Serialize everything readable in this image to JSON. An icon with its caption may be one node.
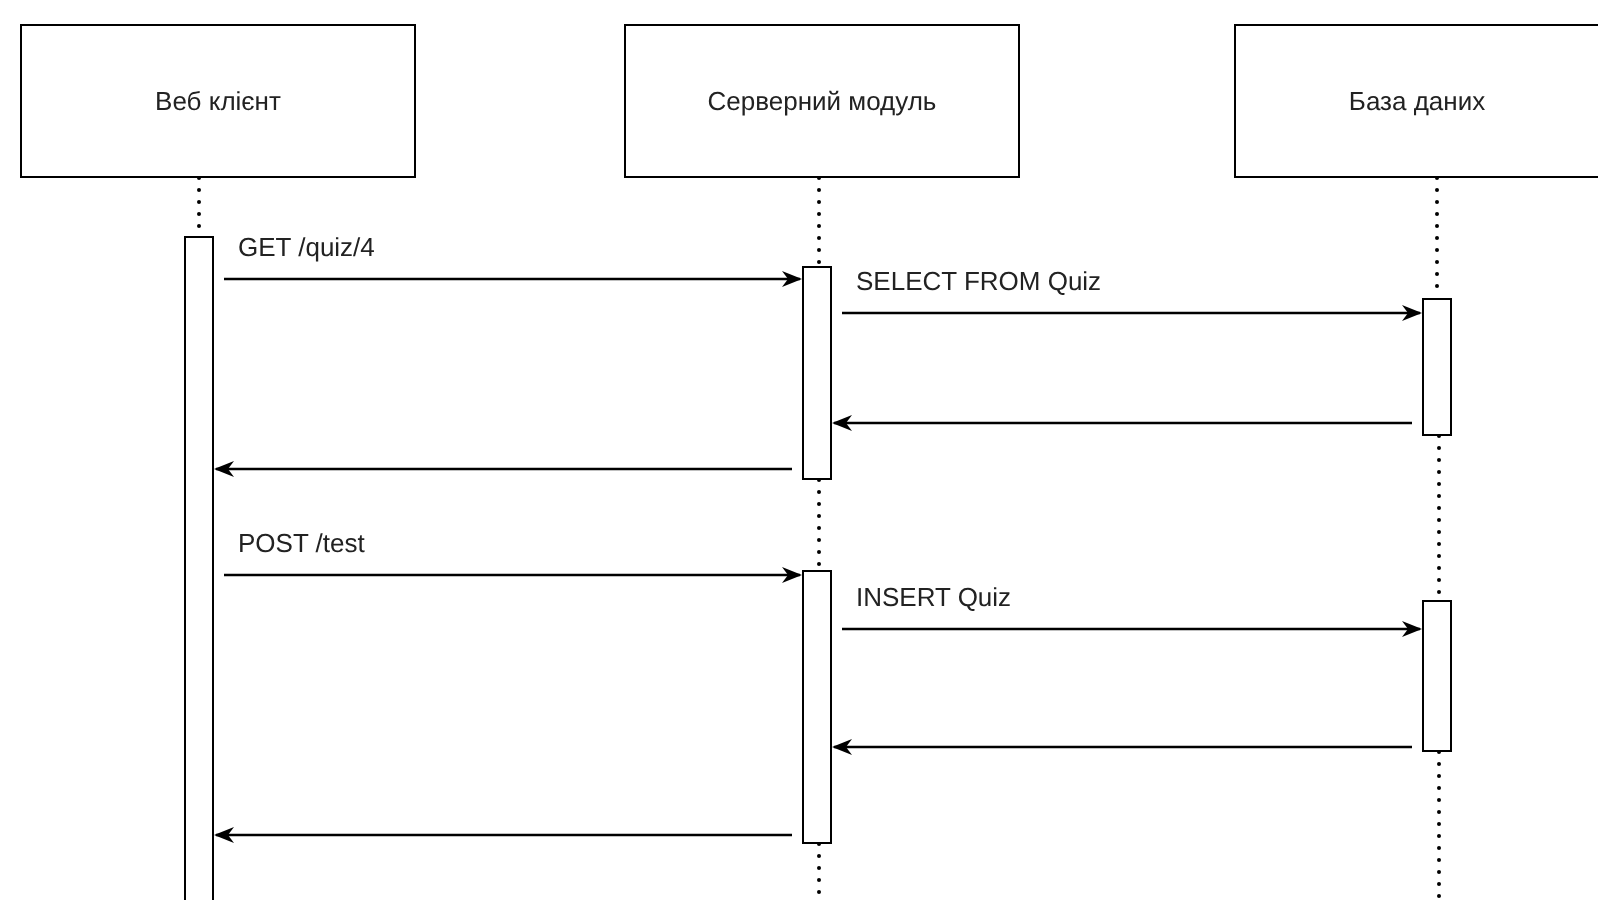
{
  "diagram": {
    "nodes": [
      {
        "text": [
          "Веб клієнт"
        ]
      },
      {
        "text": [
          "Серверний модуль"
        ]
      },
      {
        "text": [
          "База даних"
        ]
      },
      {
        "text": [],
        "shape": "bar"
      },
      {
        "text": [],
        "shape": "bar"
      },
      {
        "text": [],
        "shape": "bar"
      },
      {
        "text": [],
        "shape": "bar"
      },
      {
        "text": [],
        "shape": "bar"
      }
    ],
    "edges": [
      {
        "from": 0,
        "to": 3,
        "arrow": "none",
        "style": "dashed"
      },
      {
        "from": 1,
        "to": 4,
        "arrow": "none",
        "style": "dashed"
      },
      {
        "from": 4,
        "to": 6,
        "arrow": "none",
        "style": "dashed"
      },
      {
        "from": 6,
        "to": null,
        "arrow": "none",
        "style": "dashed"
      },
      {
        "from": 2,
        "to": 5,
        "arrow": "none",
        "style": "dashed"
      },
      {
        "from": 5,
        "to": 7,
        "arrow": "none",
        "style": "dashed"
      },
      {
        "from": 7,
        "to": null,
        "arrow": "none",
        "style": "dashed"
      },
      {
        "from": 3,
        "to": 4,
        "arrow": "to",
        "label": "GET /quiz/4"
      },
      {
        "from": 4,
        "to": 5,
        "arrow": "to",
        "label": "SELECT FROM Quiz"
      },
      {
        "from": 5,
        "to": 4,
        "arrow": "to"
      },
      {
        "from": 4,
        "to": 3,
        "arrow": "to"
      },
      {
        "from": 3,
        "to": 6,
        "arrow": "to",
        "label": "POST /test"
      },
      {
        "from": 6,
        "to": 7,
        "arrow": "to",
        "label": "INSERT Quiz"
      },
      {
        "from": 7,
        "to": 6,
        "arrow": "to"
      },
      {
        "from": 6,
        "to": 3,
        "arrow": "to"
      }
    ]
  }
}
